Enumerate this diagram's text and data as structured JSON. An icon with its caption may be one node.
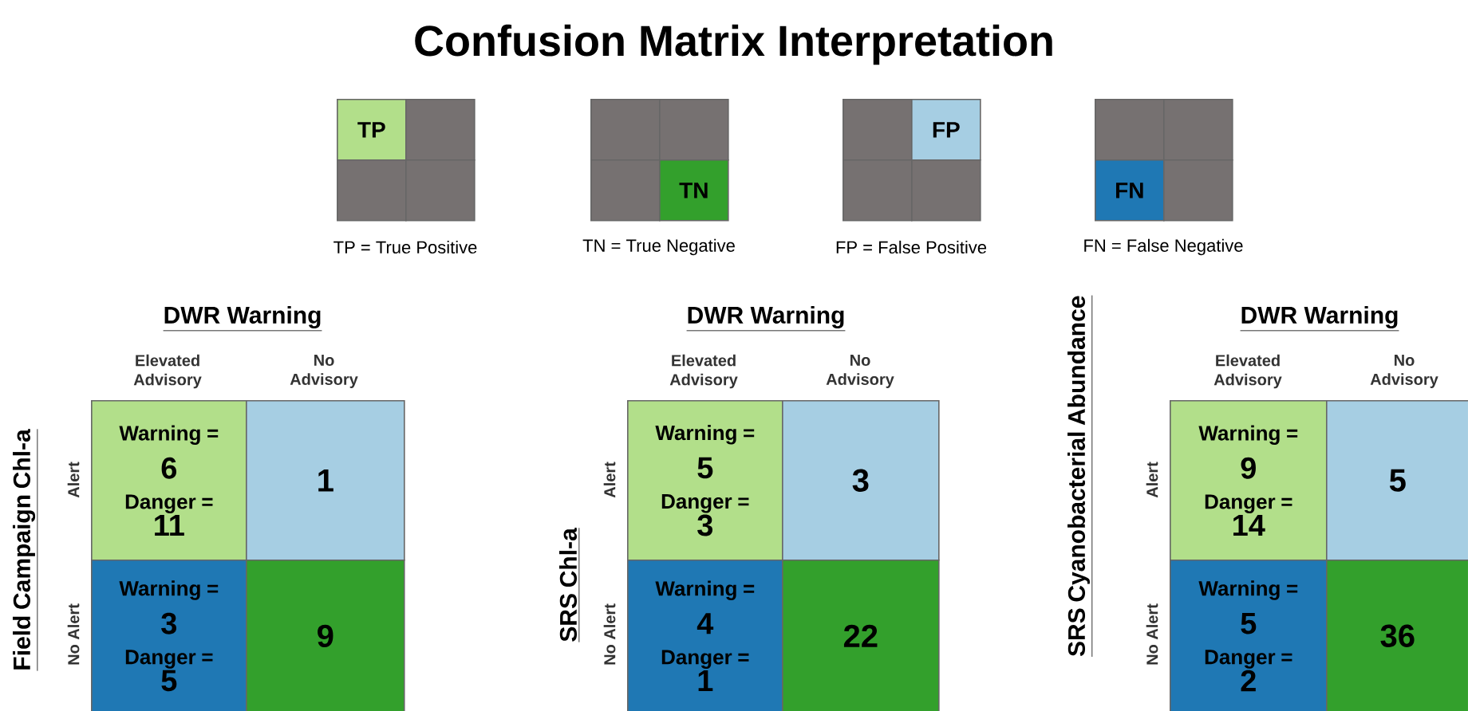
{
  "diagram": {
    "title": "Confusion Matrix Interpretation",
    "nodes": [
      {
        "text": [
          "TP"
        ]
      },
      {
        "text": [],
        "shape": "box"
      },
      {
        "text": [],
        "shape": "box"
      },
      {
        "text": [],
        "shape": "box"
      },
      {
        "text": [],
        "shape": "box"
      },
      {
        "text": [],
        "shape": "box"
      },
      {
        "text": [],
        "shape": "box"
      },
      {
        "text": [
          "TN"
        ]
      },
      {
        "text": [],
        "shape": "box"
      },
      {
        "text": [
          "FP"
        ]
      },
      {
        "text": [],
        "shape": "box"
      },
      {
        "text": [],
        "shape": "box"
      },
      {
        "text": [],
        "shape": "box"
      },
      {
        "text": [],
        "shape": "box"
      },
      {
        "text": [
          "FN"
        ]
      },
      {
        "text": [],
        "shape": "box"
      },
      {
        "text": [
          "Warning =",
          "6",
          "Danger =",
          "11"
        ]
      },
      {
        "text": [
          "1"
        ]
      },
      {
        "text": [
          "Warning =",
          "3",
          "Danger =",
          "5"
        ]
      },
      {
        "text": [
          "9"
        ]
      },
      {
        "text": [
          "Warning =",
          "5",
          "Danger =",
          "3"
        ]
      },
      {
        "text": [
          "3"
        ]
      },
      {
        "text": [
          "Warning =",
          "4",
          "Danger =",
          "1"
        ]
      },
      {
        "text": [
          "22"
        ]
      },
      {
        "text": [
          "Warning =",
          "9",
          "Danger =",
          "14"
        ]
      },
      {
        "text": [
          "5"
        ]
      },
      {
        "text": [
          "Warning =",
          "5",
          "Danger =",
          "2"
        ]
      },
      {
        "text": [
          "36"
        ]
      }
    ],
    "labels": [
      "TP = True Positive",
      "TN = True Negative",
      "FP = False Positive",
      "FN = False Negative",
      "DWR Warning",
      "Elevated Advisory",
      "No Advisory",
      "Field Campaign Chl-a",
      "Alert",
      "No Alert",
      "DWR Warning",
      "Elevated Advisory",
      "No Advisory",
      "SRS Chl-a",
      "Alert",
      "No Alert",
      "DWR Warning",
      "Elevated Advisory",
      "No Advisory",
      "SRS Cyanobacterial Abundance",
      "Alert",
      "No Alert"
    ]
  }
}
